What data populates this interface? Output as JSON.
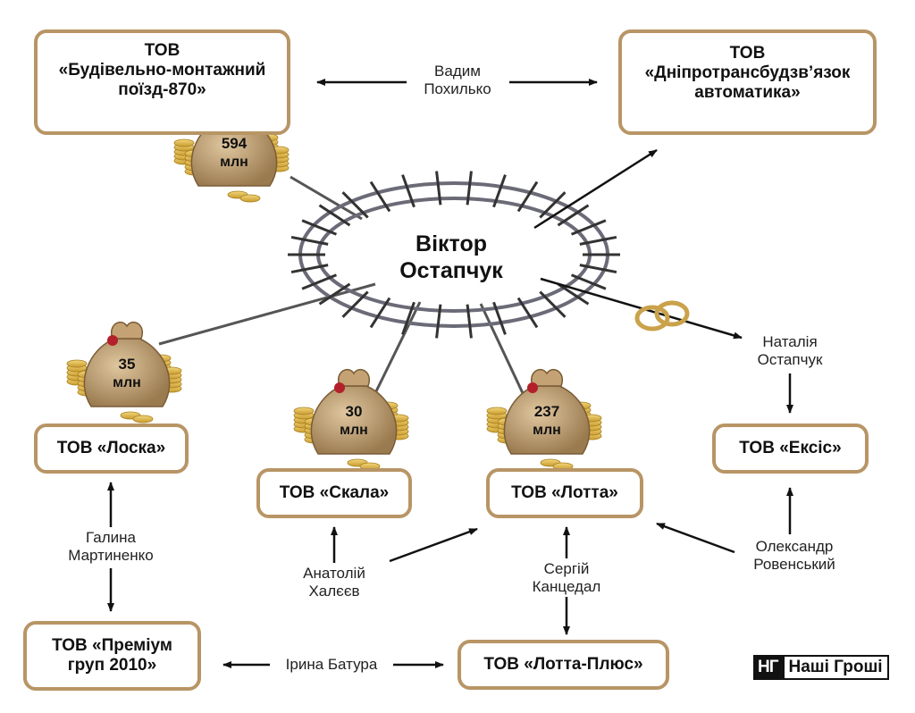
{
  "center": {
    "line1": "Віктор",
    "line2": "Остапчук"
  },
  "companies": {
    "bmp870": {
      "line1": "ТОВ",
      "line2": "«Будівельно-монтажний",
      "line3": "поїзд-870»"
    },
    "dniprotrans": {
      "line1": "ТОВ",
      "line2": "«Дніпротрансбудзв’язок",
      "line3": "автоматика»"
    },
    "loska": {
      "text": "ТОВ  «Лоска»"
    },
    "skala": {
      "text": "ТОВ  «Скала»"
    },
    "lotta": {
      "text": "ТОВ  «Лотта»"
    },
    "eksis": {
      "text": "ТОВ  «Ексіс»"
    },
    "premium": {
      "line1": "ТОВ «Преміум",
      "line2": "груп 2010»"
    },
    "lotta_plus": {
      "text": "ТОВ  «Лотта-Плюс»"
    }
  },
  "people": {
    "vadym": {
      "line1": "Вадим",
      "line2": "Похилько"
    },
    "natalia": {
      "line1": "Наталія",
      "line2": "Остапчук"
    },
    "halyna": {
      "line1": "Галина",
      "line2": "Мартиненко"
    },
    "anatoliy": {
      "line1": "Анатолій",
      "line2": "Халєєв"
    },
    "serhiy": {
      "line1": "Сергій",
      "line2": "Канцедал"
    },
    "oleksandr": {
      "line1": "Олександр",
      "line2": "Ровенський"
    },
    "iryna": {
      "text": "Ірина Батура"
    }
  },
  "amounts": {
    "bag594": {
      "value": "594",
      "unit": "млн"
    },
    "bag35": {
      "value": "35",
      "unit": "млн"
    },
    "bag30": {
      "value": "30",
      "unit": "млн"
    },
    "bag237": {
      "value": "237",
      "unit": "млн"
    }
  },
  "logo": {
    "mark": "НГ",
    "name": "Наші Гроші"
  },
  "colors": {
    "box_border": "#b89565",
    "rail": "#6b6b78",
    "bag": "#b8966a",
    "coin": "#e3bd55",
    "arrow": "#111111"
  }
}
